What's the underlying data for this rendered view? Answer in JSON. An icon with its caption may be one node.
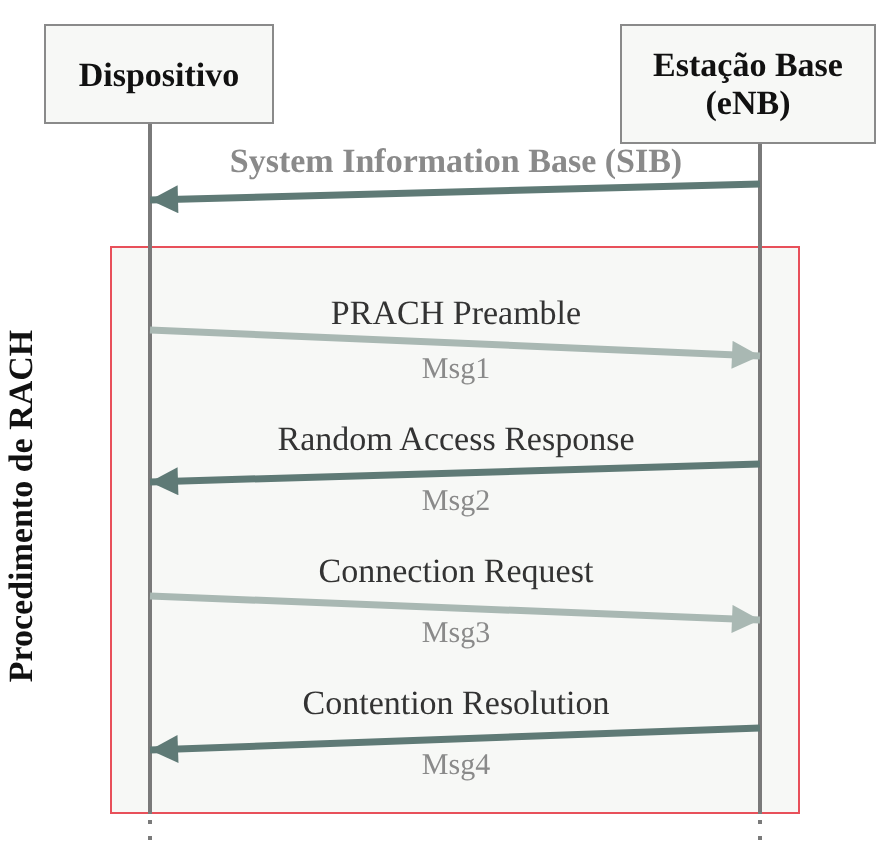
{
  "diagram": {
    "nodes": [
      {
        "text": [
          "Dispositivo"
        ]
      },
      {
        "text": [
          "Estação Base (eNB)"
        ]
      }
    ],
    "edges": [
      {
        "from": 1,
        "to": 0,
        "arrow": "to",
        "label": "System Information Base (SIB)"
      },
      {
        "from": 0,
        "to": 1,
        "arrow": "to",
        "label": "PRACH Preamble",
        "color": "#a9b8b3"
      },
      {
        "from": 1,
        "to": 0,
        "arrow": "to",
        "label": "Random Access Response"
      },
      {
        "from": 0,
        "to": 1,
        "arrow": "to",
        "label": "Connection Request",
        "color": "#a9b8b3"
      },
      {
        "from": 1,
        "to": 0,
        "arrow": "to",
        "label": "Contention Resolution"
      }
    ],
    "labels": [
      "Procedimento de RACH",
      "Msg1",
      "Msg2",
      "Msg3",
      "Msg4"
    ]
  }
}
